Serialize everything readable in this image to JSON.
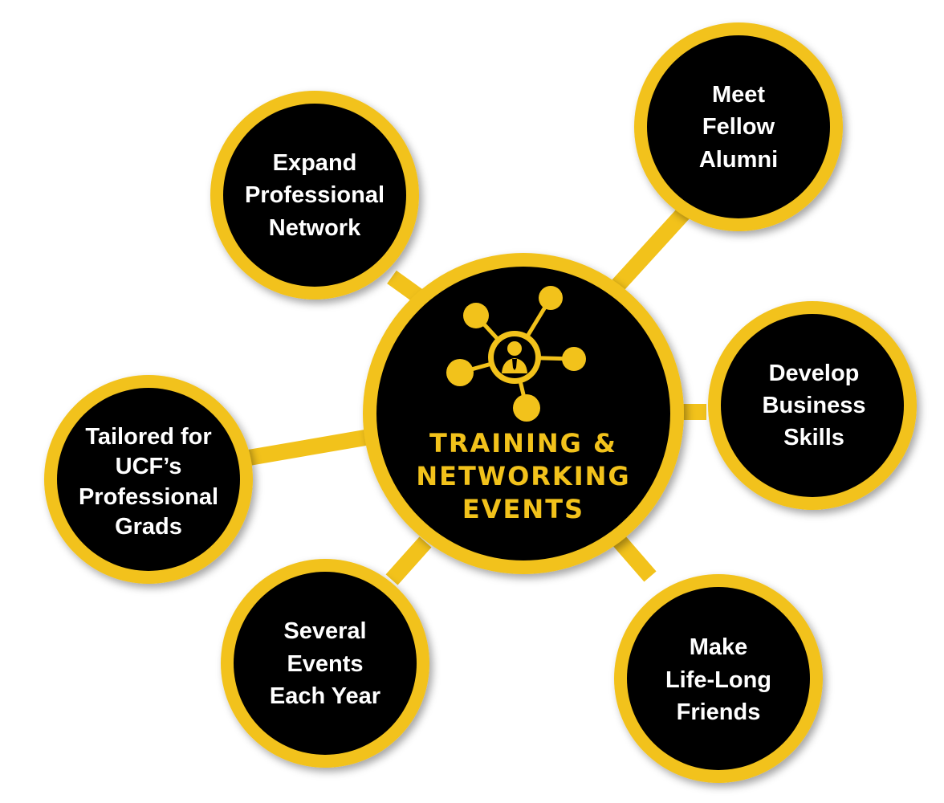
{
  "colors": {
    "ring": "#f2c21b",
    "fill": "#000000",
    "node_text": "#ffffff",
    "center_text": "#f2c21b"
  },
  "center": {
    "icon": "network-person-icon",
    "lines": [
      "TRAINING &",
      "NETWORKING",
      "EVENTS"
    ]
  },
  "nodes": [
    {
      "id": "expand",
      "lines": [
        "Expand",
        "Professional",
        "Network"
      ]
    },
    {
      "id": "meet",
      "lines": [
        "Meet",
        "Fellow",
        "Alumni"
      ]
    },
    {
      "id": "develop",
      "lines": [
        "Develop",
        "Business",
        "Skills"
      ]
    },
    {
      "id": "tailored",
      "lines": [
        "Tailored for",
        "UCF’s",
        "Professional",
        "Grads"
      ]
    },
    {
      "id": "several",
      "lines": [
        "Several",
        "Events",
        "Each Year"
      ]
    },
    {
      "id": "make",
      "lines": [
        "Make",
        "Life-Long",
        "Friends"
      ]
    }
  ]
}
